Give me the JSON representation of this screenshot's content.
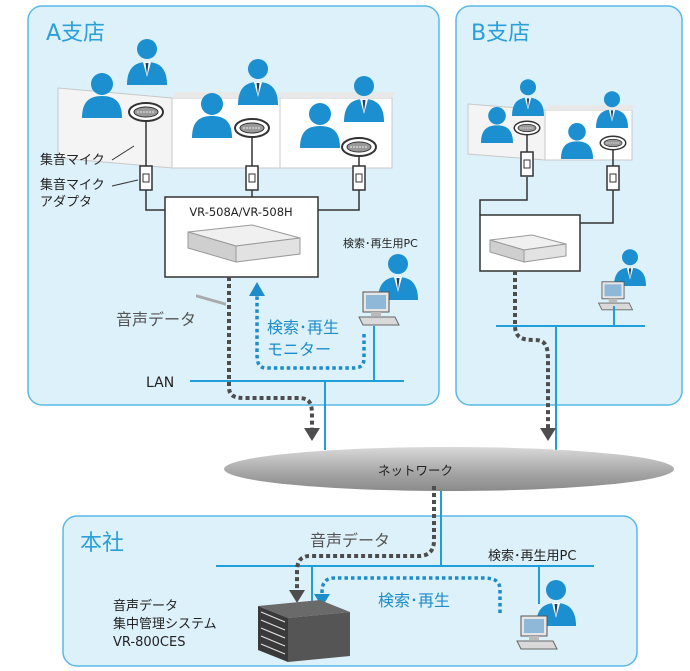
{
  "branch_a": {
    "title": "A支店",
    "mic_label": "集音マイク",
    "adapter_label_1": "集音マイク",
    "adapter_label_2": "アダプタ",
    "recorder_label": "VR-508A/VR-508H",
    "pc_label": "検索･再生用PC",
    "audio_data_label": "音声データ",
    "monitor_label_1": "検索･再生",
    "monitor_label_2": "モニター",
    "lan_label": "LAN"
  },
  "branch_b": {
    "title": "B支店"
  },
  "network": {
    "label": "ネットワーク"
  },
  "hq": {
    "title": "本社",
    "audio_data_label": "音声データ",
    "pc_label": "検索･再生用PC",
    "search_label": "検索･再生",
    "system_label_1": "音声データ",
    "system_label_2": "集中管理システム",
    "system_label_3": "VR-800CES"
  },
  "colors": {
    "panel_bg": "#ddf1fb",
    "panel_border": "#5bb8e6",
    "title_blue": "#2a9fd8",
    "person": "#1b8fd0",
    "line_blue": "#1e9fd9",
    "dot_gray": "#4d4d4d",
    "dot_blue": "#1e8cc8"
  }
}
